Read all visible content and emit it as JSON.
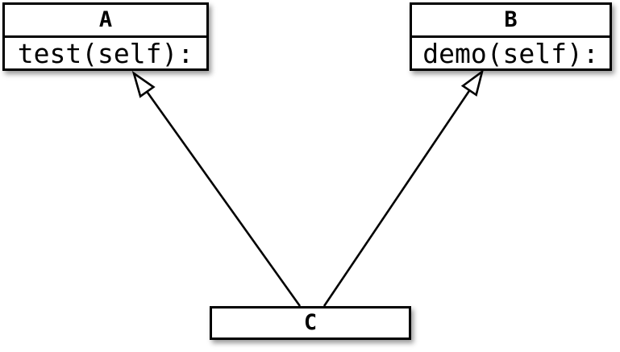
{
  "diagram": {
    "kind": "uml-class-diagram",
    "background_color": "#ffffff",
    "stroke_color": "#000000",
    "classes": [
      {
        "id": "A",
        "name": "A",
        "method": "test(self):"
      },
      {
        "id": "B",
        "name": "B",
        "method": "demo(self):"
      },
      {
        "id": "C",
        "name": "C",
        "method": null
      }
    ],
    "edges": [
      {
        "from": "C",
        "to": "A",
        "type": "inheritance",
        "arrowhead": "hollow-triangle"
      },
      {
        "from": "C",
        "to": "B",
        "type": "inheritance",
        "arrowhead": "hollow-triangle"
      }
    ]
  }
}
